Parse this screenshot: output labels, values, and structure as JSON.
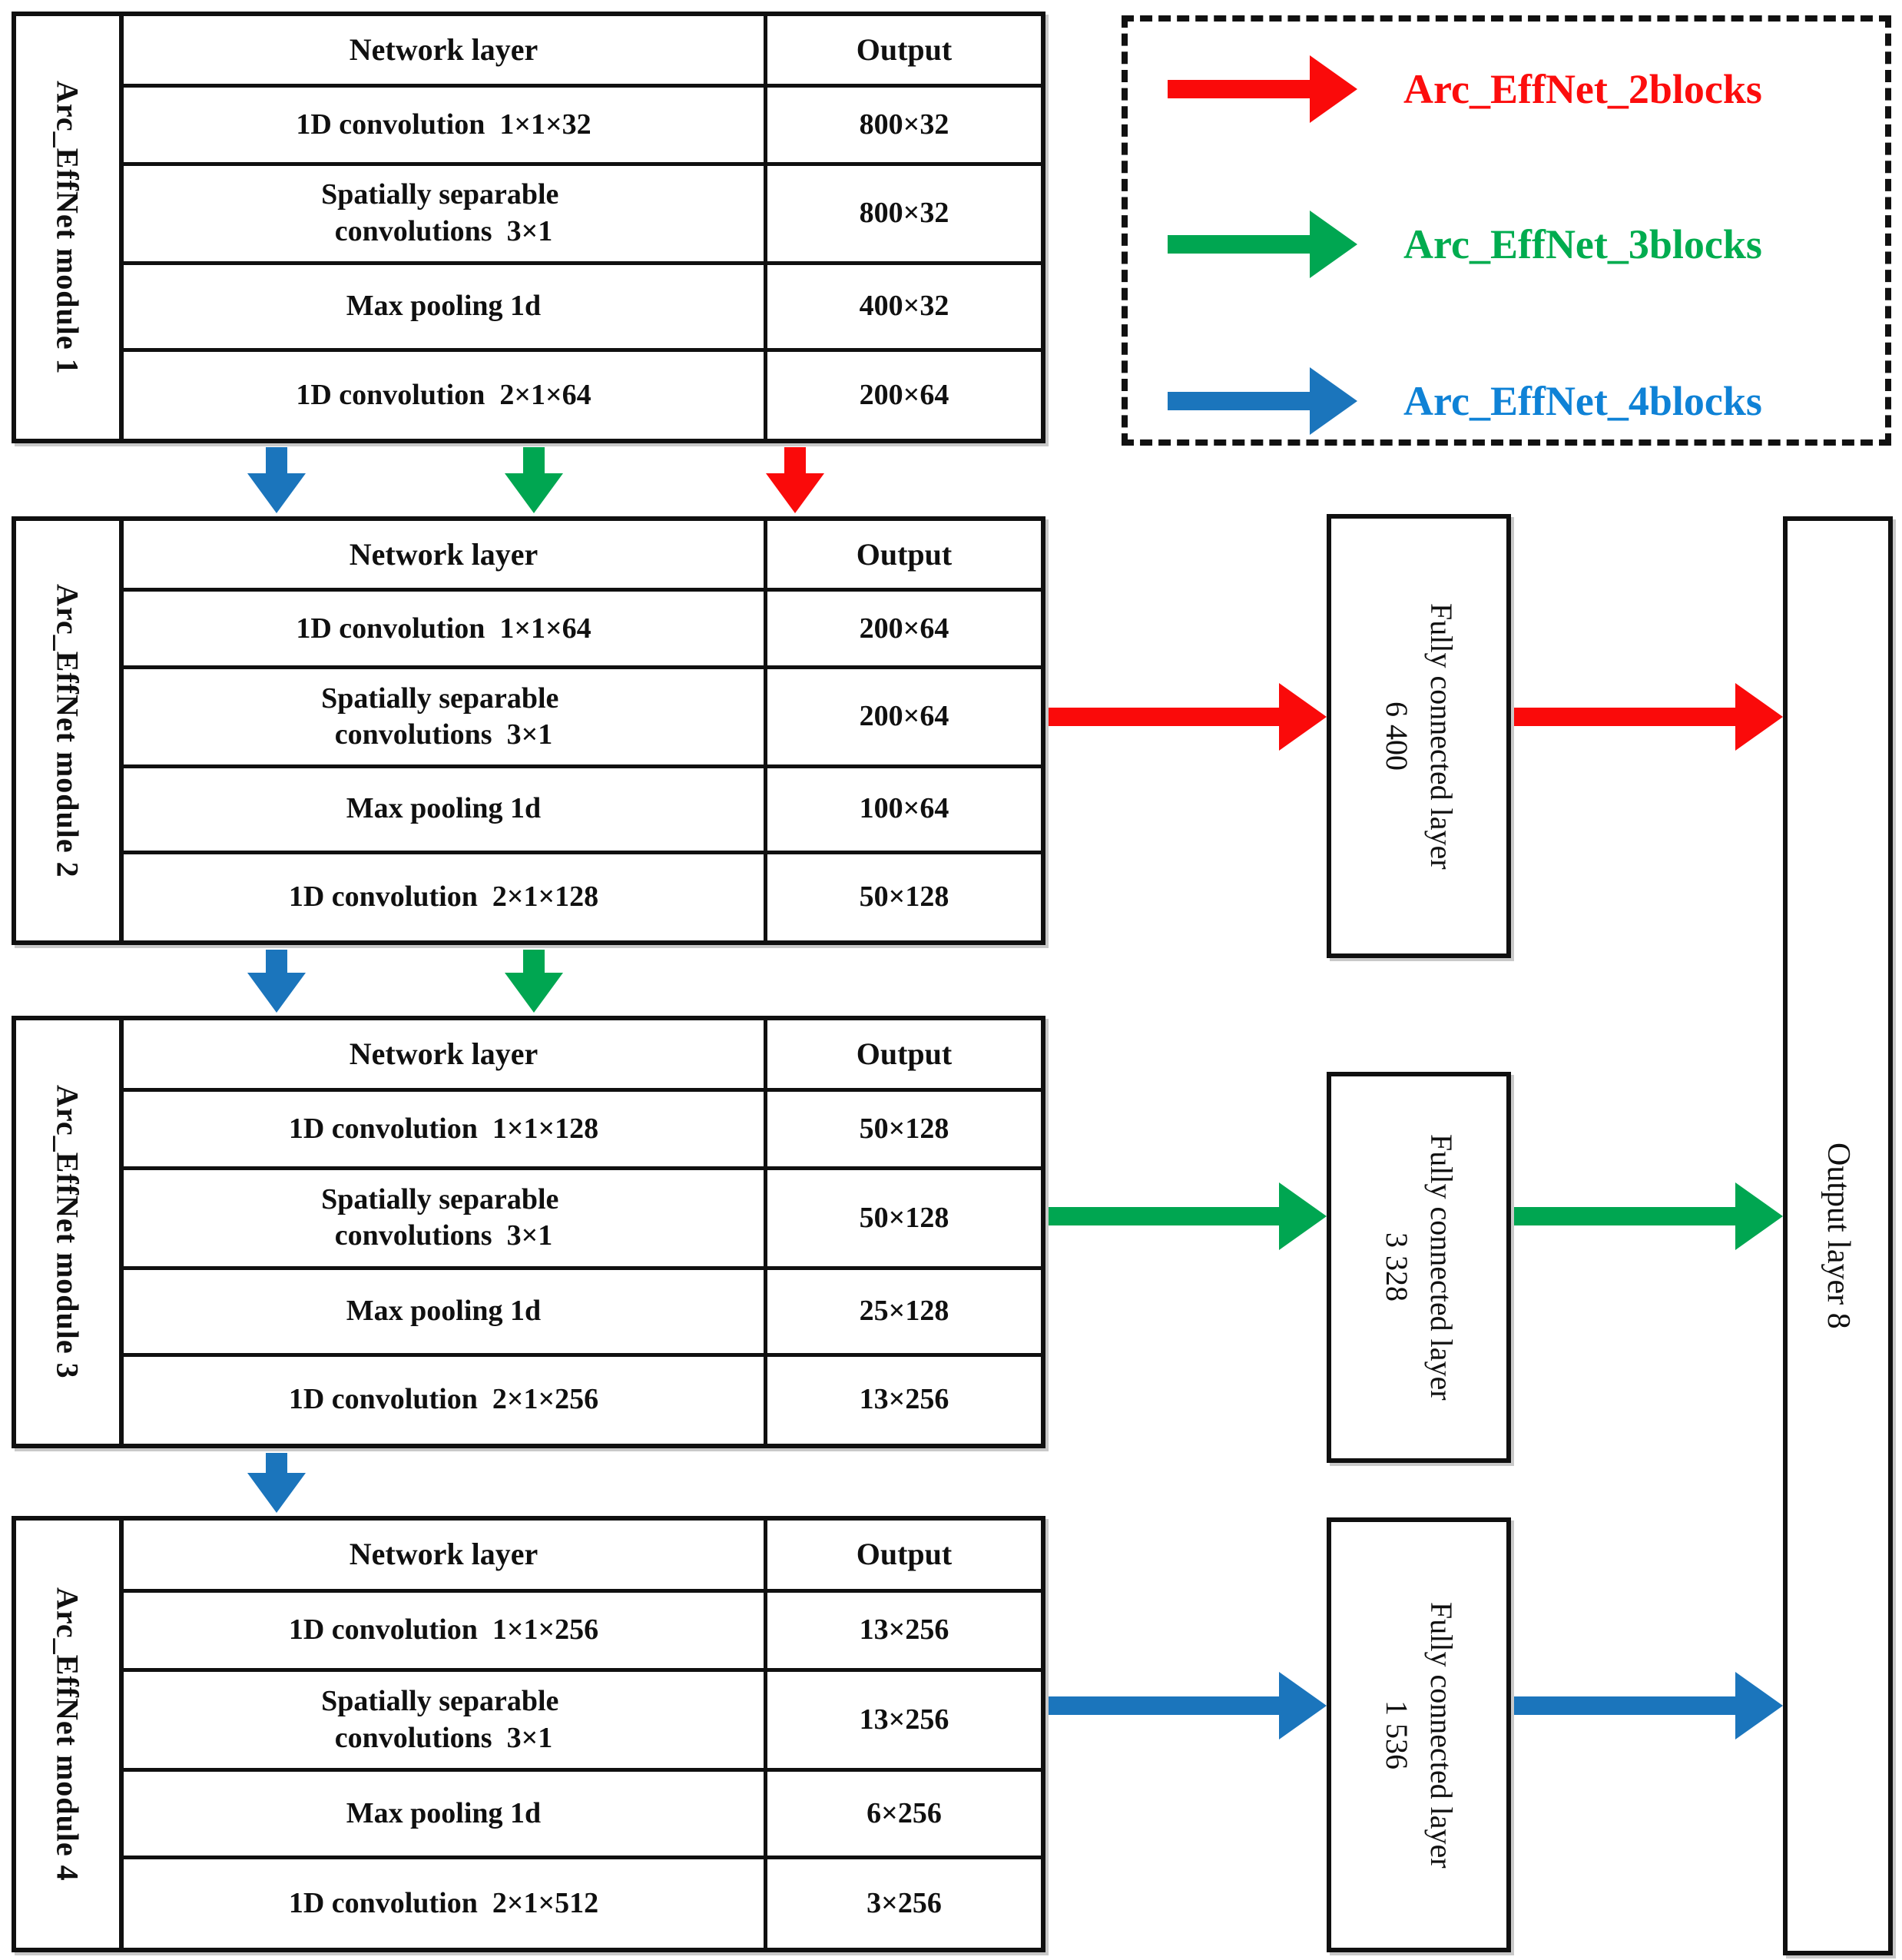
{
  "legend": {
    "items": [
      {
        "icon": "red-right-arrow",
        "label": "Arc_EffNet_2blocks",
        "color": "#fc0d0d"
      },
      {
        "icon": "green-right-arrow",
        "label": "Arc_EffNet_3blocks",
        "color": "#00ac4f"
      },
      {
        "icon": "blue-right-arrow",
        "label": "Arc_EffNet_4blocks",
        "color": "#0f82d6"
      }
    ]
  },
  "modules": [
    {
      "title": "Arc_EffNet module 1",
      "headers": {
        "layer": "Network layer",
        "output": "Output"
      },
      "rows": [
        {
          "layer": "1D convolution  1×1×32",
          "output": "800×32"
        },
        {
          "layer": "Spatially separable \nconvolutions  3×1",
          "output": "800×32"
        },
        {
          "layer": "Max pooling 1d",
          "output": "400×32"
        },
        {
          "layer": "1D convolution  2×1×64",
          "output": "200×64"
        }
      ]
    },
    {
      "title": "Arc_EffNet module 2",
      "headers": {
        "layer": "Network layer",
        "output": "Output"
      },
      "rows": [
        {
          "layer": "1D convolution  1×1×64",
          "output": "200×64"
        },
        {
          "layer": "Spatially separable \nconvolutions  3×1",
          "output": "200×64"
        },
        {
          "layer": "Max pooling 1d",
          "output": "100×64"
        },
        {
          "layer": "1D convolution  2×1×128",
          "output": "50×128"
        }
      ]
    },
    {
      "title": "Arc_EffNet module 3",
      "headers": {
        "layer": "Network layer",
        "output": "Output"
      },
      "rows": [
        {
          "layer": "1D convolution  1×1×128",
          "output": "50×128"
        },
        {
          "layer": "Spatially separable \nconvolutions  3×1",
          "output": "50×128"
        },
        {
          "layer": "Max pooling 1d",
          "output": "25×128"
        },
        {
          "layer": "1D convolution  2×1×256",
          "output": "13×256"
        }
      ]
    },
    {
      "title": "Arc_EffNet module 4",
      "headers": {
        "layer": "Network layer",
        "output": "Output"
      },
      "rows": [
        {
          "layer": "1D convolution  1×1×256",
          "output": "13×256"
        },
        {
          "layer": "Spatially separable \nconvolutions  3×1",
          "output": "13×256"
        },
        {
          "layer": "Max pooling 1d",
          "output": "6×256"
        },
        {
          "layer": "1D convolution  2×1×512",
          "output": "3×256"
        }
      ]
    }
  ],
  "fc_layers": [
    {
      "line1": "Fully connected layer",
      "line2": "6 400",
      "path_color_name": "red"
    },
    {
      "line1": "Fully connected layer",
      "line2": "3 328",
      "path_color_name": "green"
    },
    {
      "line1": "Fully connected layer",
      "line2": "1 536",
      "path_color_name": "blue"
    }
  ],
  "output_layer": {
    "label": "Output layer 8"
  },
  "colors": {
    "arrow_red": "#fa0a0a",
    "arrow_green": "#00a651",
    "arrow_blue": "#1b75bc",
    "border": "#101010"
  }
}
